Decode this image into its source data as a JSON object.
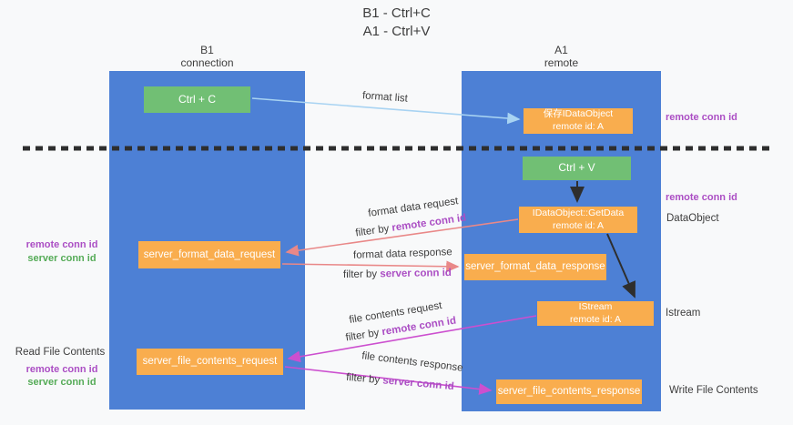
{
  "title": {
    "line1": "B1 - Ctrl+C",
    "line2": "A1 - Ctrl+V"
  },
  "lanes": {
    "left": {
      "name": "B1",
      "sub": "connection"
    },
    "right": {
      "name": "A1",
      "sub": "remote"
    }
  },
  "nodes": {
    "ctrl_c": "Ctrl + C",
    "save_idataobject": {
      "line1": "保存IDataObject",
      "line2": "remote id: A"
    },
    "ctrl_v": "Ctrl + V",
    "getdata": {
      "line1": "IDataObject::GetData",
      "line2": "remote id: A"
    },
    "format_request": "server_format_data_request",
    "format_response": "server_format_data_response",
    "istream": {
      "line1": "IStream",
      "line2": "remote id: A"
    },
    "file_request": "server_file_contents_request",
    "file_response": "server_file_contents_response"
  },
  "left_labels": {
    "remote_conn_id_top": "remote conn id",
    "server_conn_id_top": "server conn id",
    "read_file_contents": "Read File Contents",
    "remote_conn_id_bottom": "remote conn id",
    "server_conn_id_bottom": "server conn id"
  },
  "right_labels": {
    "remote_conn_id_top": "remote conn id",
    "remote_conn_id_mid": "remote conn id",
    "dataobject": "DataObject",
    "istream": "Istream",
    "write_file_contents": "Write File Contents"
  },
  "arrow_labels": {
    "format_list": "format list",
    "format_data_request": "format data request",
    "filter_remote_top": {
      "prefix": "filter by ",
      "colored": "remote conn id"
    },
    "format_data_response": "format data response",
    "filter_server_top": {
      "prefix": "filter by ",
      "colored": "server conn id"
    },
    "file_contents_request": "file contents request",
    "filter_remote_bottom": {
      "prefix": "filter by ",
      "colored": "remote conn id"
    },
    "file_contents_response": "file contents response",
    "filter_server_bottom": {
      "prefix": "filter by ",
      "colored": "server conn id"
    }
  },
  "colors": {
    "background": "#f8f9fa",
    "lane_blue": "#4d80d5",
    "green_box": "#71bf74",
    "orange_box": "#f9ad4e",
    "purple_label": "#ab4ec4",
    "green_label": "#55ab57",
    "dark_text": "#3d3d3d",
    "arrow_blue": "#a8d3f2",
    "arrow_salmon": "#e98888",
    "arrow_magenta": "#cc4fcf",
    "arrow_black": "#2e2e2e"
  }
}
